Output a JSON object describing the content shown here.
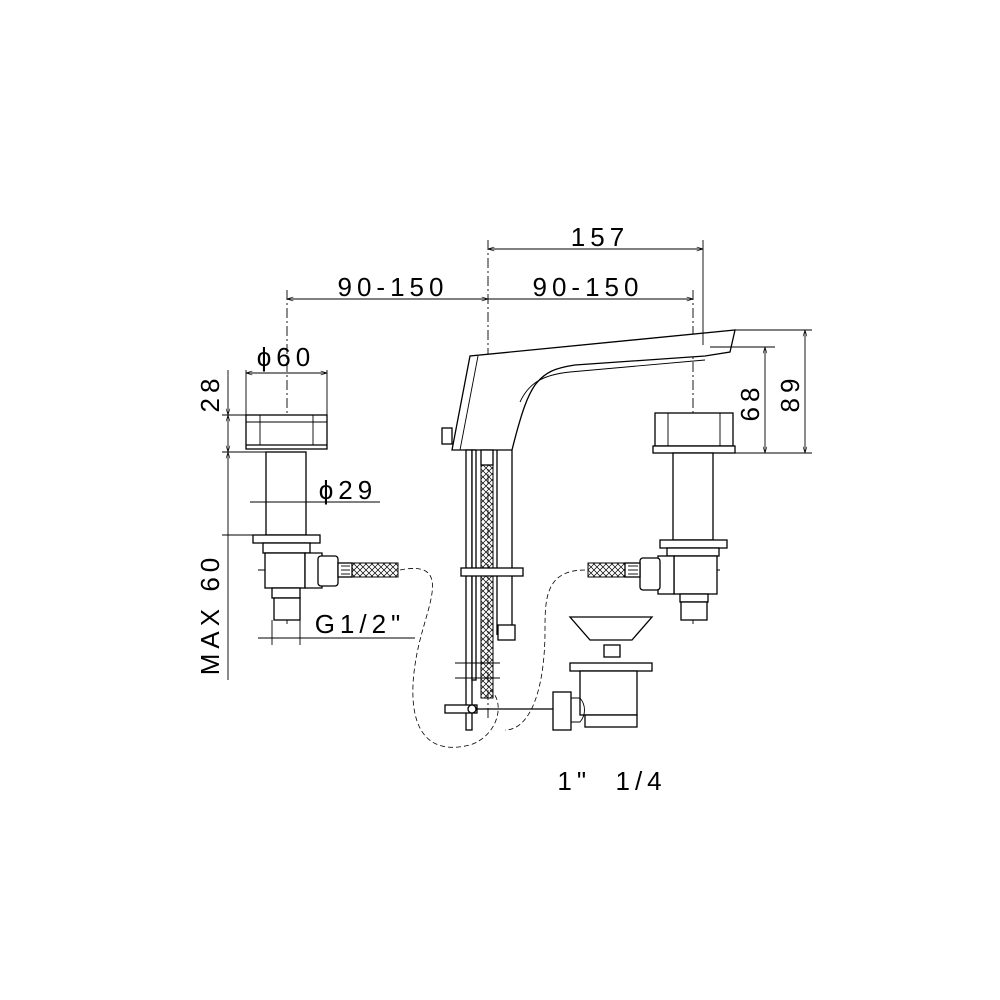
{
  "drawing": {
    "dimensions": {
      "overall_reach": "157",
      "handle_spacing_left": "90-150",
      "handle_spacing_right": "90-150",
      "handle_diameter": "ϕ60",
      "handle_height": "28",
      "stem_diameter": "ϕ29",
      "max_depth": "MAX 60",
      "connection_thread": "G1/2\"",
      "spout_outlet_height": "68",
      "overall_height": "89",
      "waste_size": "1\"  1/4"
    }
  }
}
